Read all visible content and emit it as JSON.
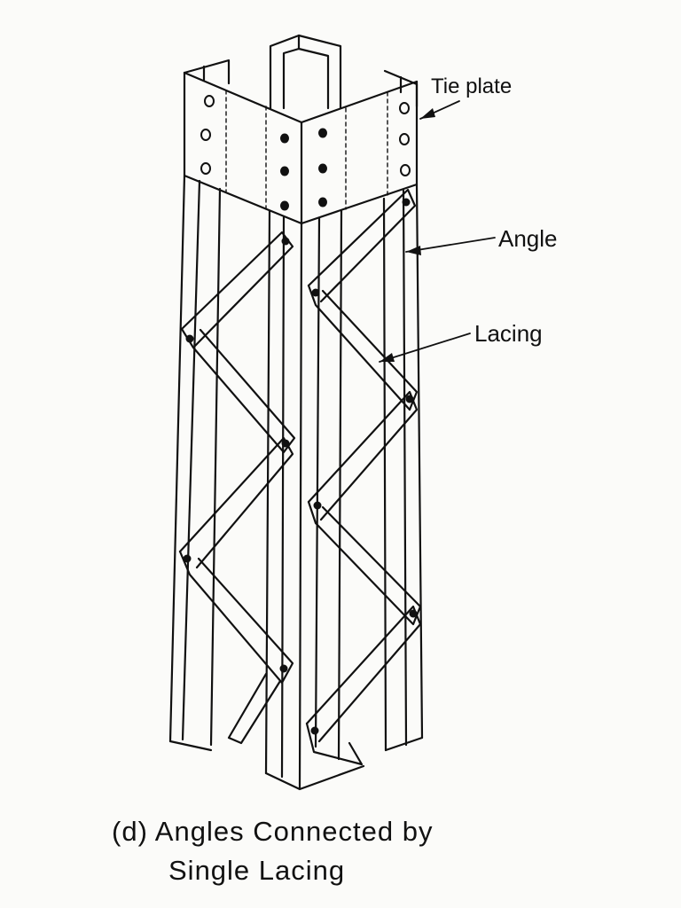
{
  "labels": {
    "tie_plate": "Tie plate",
    "angle": "Angle",
    "lacing": "Lacing"
  },
  "caption": {
    "line1": "(d) Angles Connected by",
    "line2": "Single Lacing"
  },
  "colors": {
    "ink": "#111111",
    "paper": "#fbfbf9"
  }
}
